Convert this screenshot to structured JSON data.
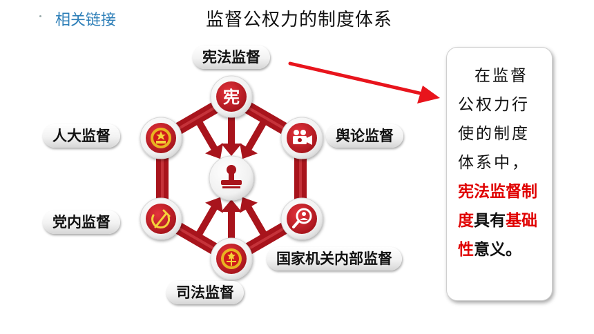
{
  "header": {
    "section_label": "相关链接",
    "title": "监督公权力的制度体系"
  },
  "diagram": {
    "center_icon": "seal-stamp-icon",
    "nodes": [
      {
        "id": "top",
        "label": "宪法监督",
        "icon_char": "宪",
        "icon": "constitution-icon"
      },
      {
        "id": "upper-left",
        "label": "人大监督",
        "icon": "national-emblem-icon"
      },
      {
        "id": "upper-right",
        "label": "舆论监督",
        "icon": "video-camera-icon"
      },
      {
        "id": "lower-left",
        "label": "党内监督",
        "icon": "hammer-sickle-icon"
      },
      {
        "id": "lower-right",
        "label": "国家机关内部监督",
        "icon": "magnifier-person-icon"
      },
      {
        "id": "bottom",
        "label": "司法监督",
        "icon": "court-emblem-icon"
      }
    ],
    "colors": {
      "ring": "#a8141c",
      "arrow": "#a8141c",
      "link_arrow": "#e8141c",
      "highlight_text": "#e00000"
    }
  },
  "callout": {
    "line1": "在监督公权力行使的制度体系中，",
    "red1": "宪法监督制度",
    "mid": "具有",
    "red2": "基础性",
    "end": "意义。"
  }
}
